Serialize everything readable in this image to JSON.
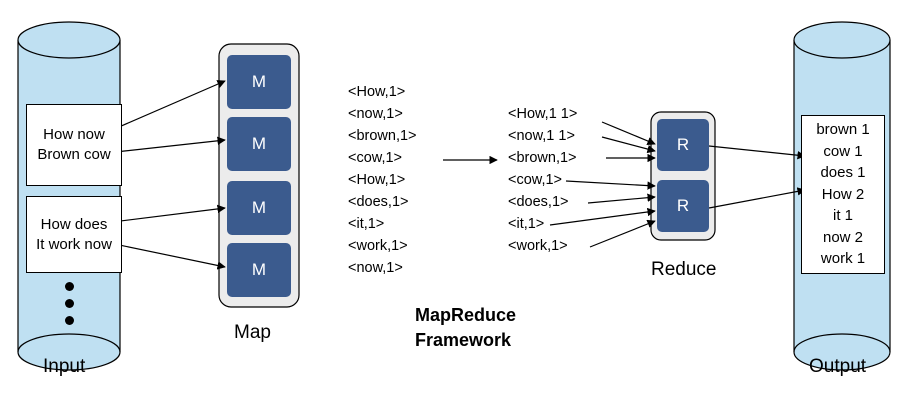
{
  "input": {
    "caption": "Input",
    "documents": [
      {
        "lines": [
          "How now",
          "Brown cow"
        ]
      },
      {
        "lines": [
          "How does",
          "It work now"
        ]
      }
    ]
  },
  "map": {
    "caption": "Map",
    "node_label": "M",
    "node_color": "#3b5b8e"
  },
  "map_output": [
    "<How,1>",
    "<now,1>",
    "<brown,1>",
    "<cow,1>",
    "<How,1>",
    "<does,1>",
    "<it,1>",
    "<work,1>",
    "<now,1>"
  ],
  "framework_label": [
    "MapReduce",
    "Framework"
  ],
  "grouped": [
    "<How,1 1>",
    "<now,1 1>",
    "<brown,1>",
    "<cow,1>",
    "<does,1>",
    "<it,1>",
    "<work,1>"
  ],
  "reduce": {
    "caption": "Reduce",
    "node_label": "R"
  },
  "output": {
    "caption": "Output",
    "lines": [
      "brown 1",
      "cow 1",
      "does 1",
      "How 2",
      "it 1",
      "now 2",
      "work 1"
    ]
  },
  "colors": {
    "cylinder_fill": "#bfe0f2",
    "node_fill": "#3b5b8e",
    "panel_fill": "#ececec"
  }
}
